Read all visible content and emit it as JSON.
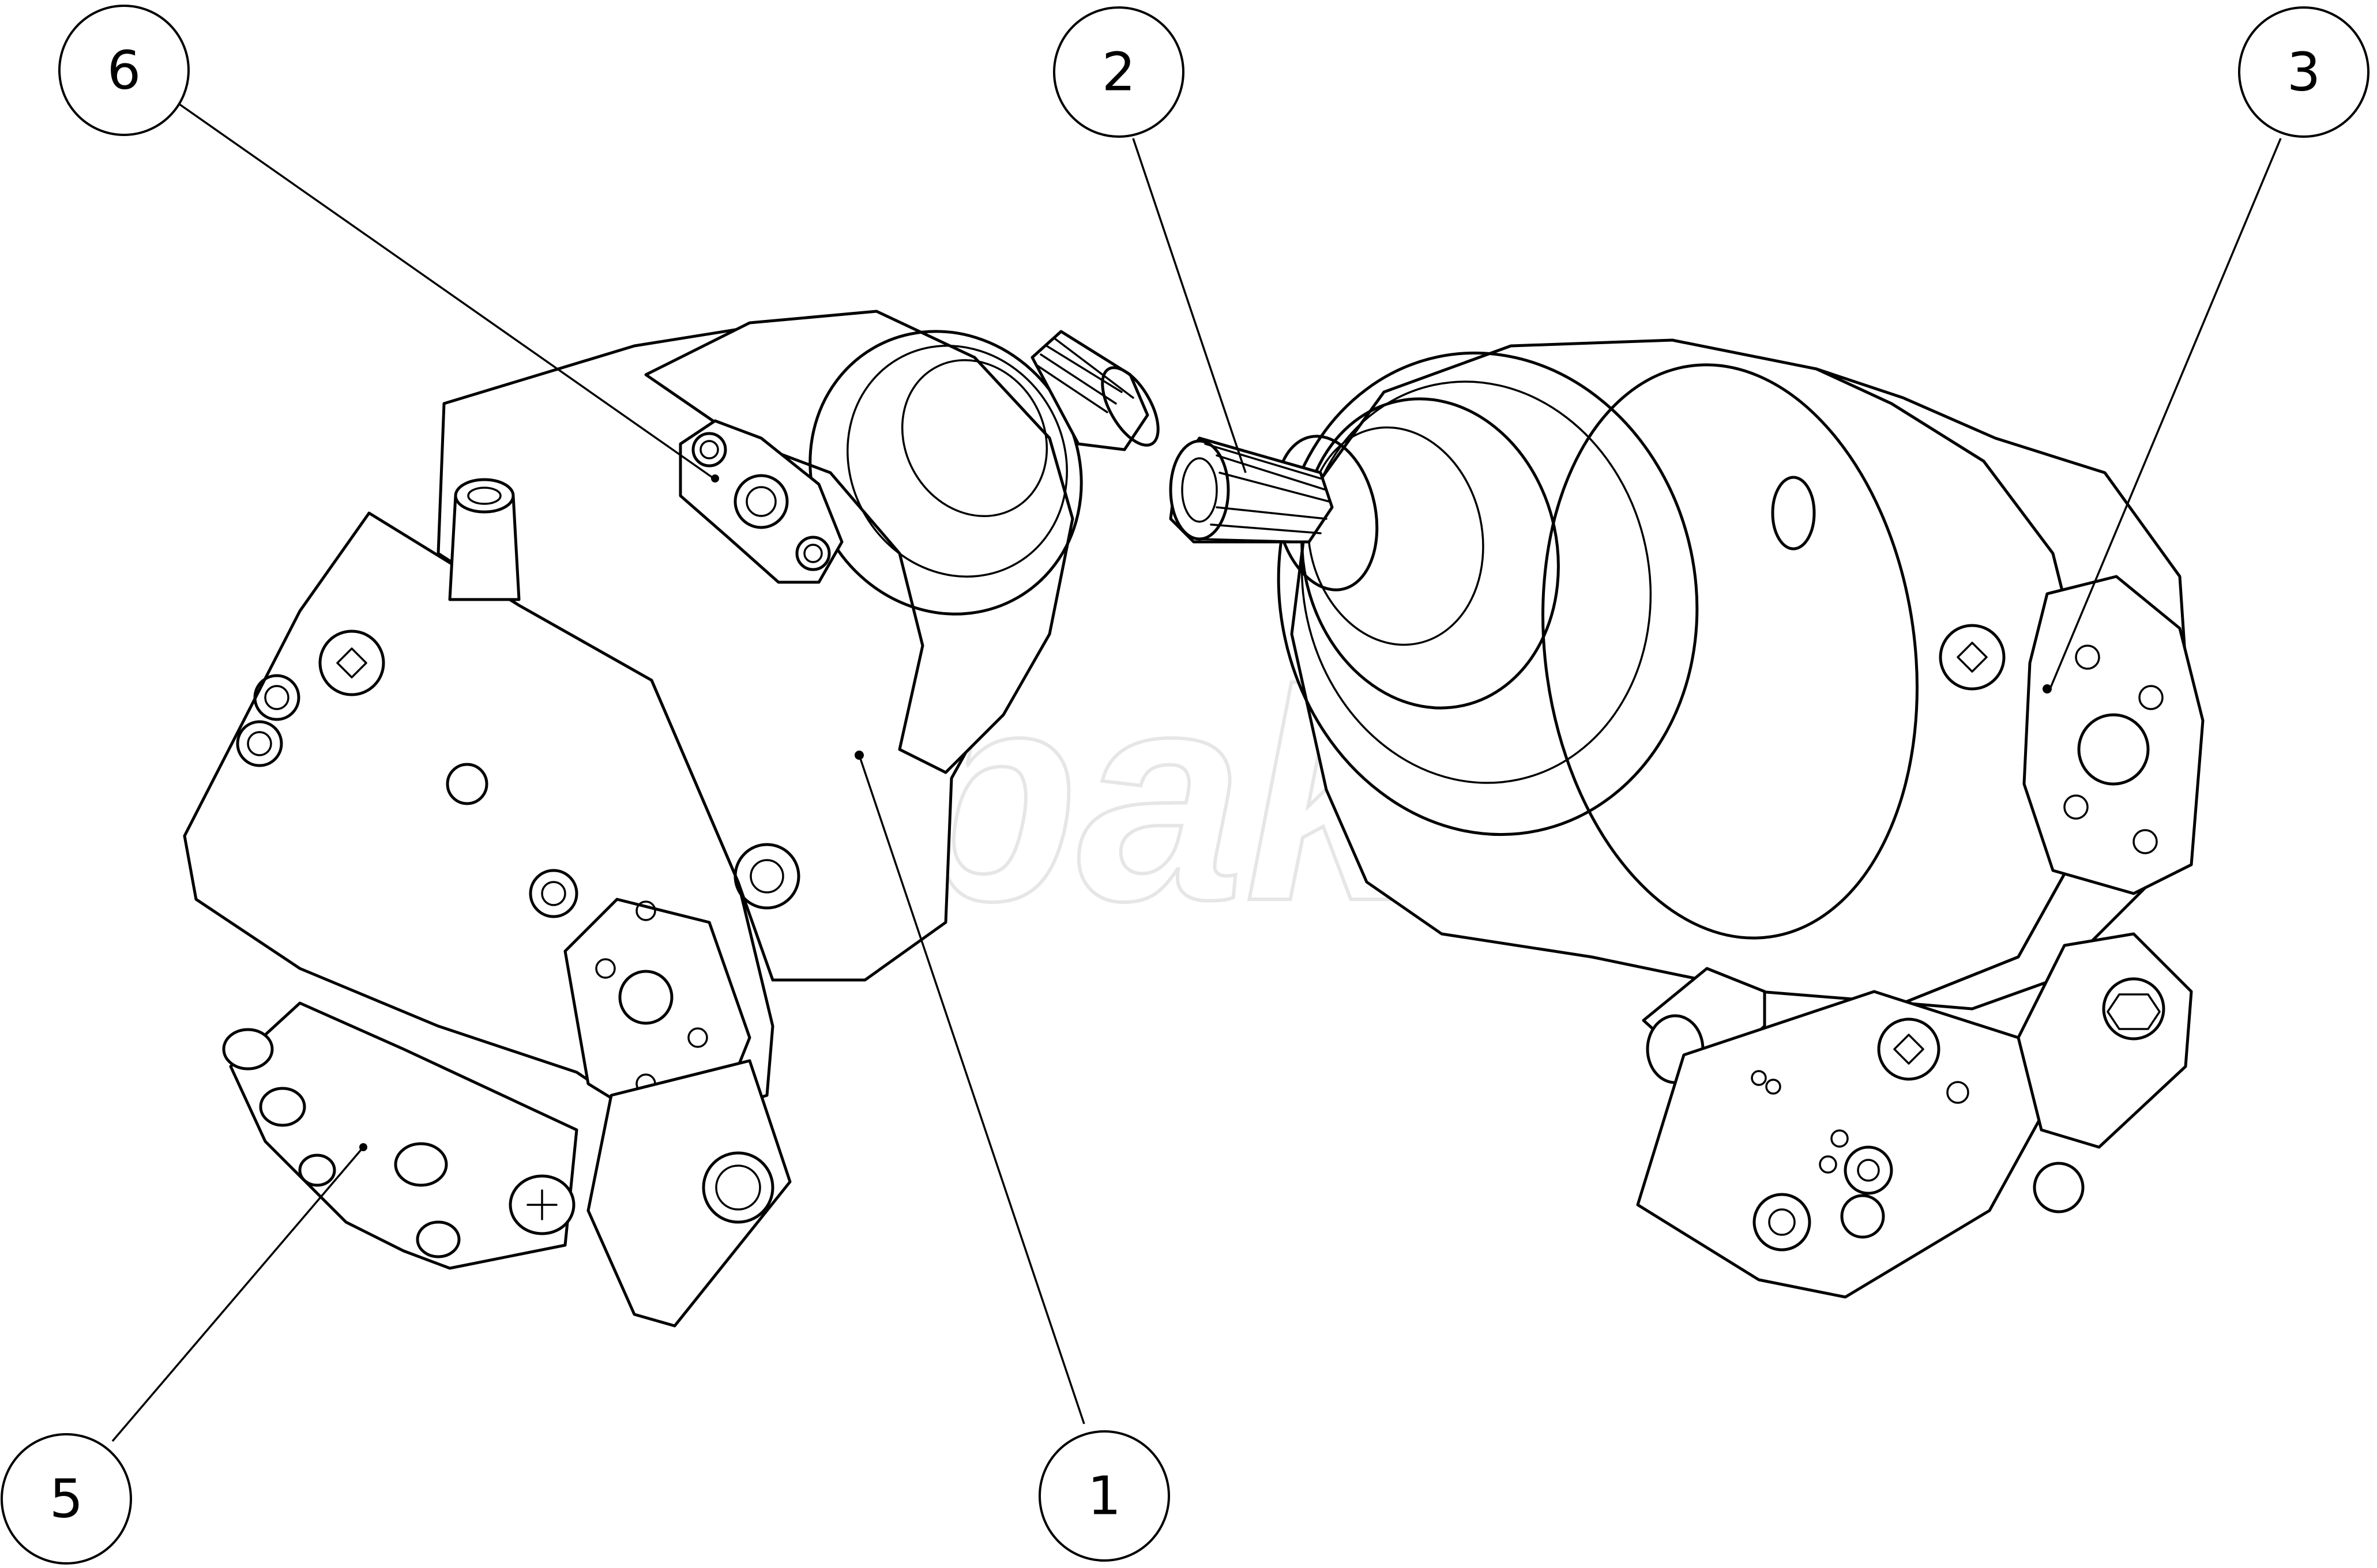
{
  "balloons": [
    {
      "id": "balloon-1",
      "label": "1"
    },
    {
      "id": "balloon-2",
      "label": "2"
    },
    {
      "id": "balloon-3",
      "label": "3"
    },
    {
      "id": "balloon-5",
      "label": "5"
    },
    {
      "id": "balloon-6",
      "label": "6"
    }
  ],
  "watermark": "Wibakor",
  "colors": {
    "line": "#000000",
    "background": "#ffffff",
    "watermark": "#e6e6e6"
  }
}
